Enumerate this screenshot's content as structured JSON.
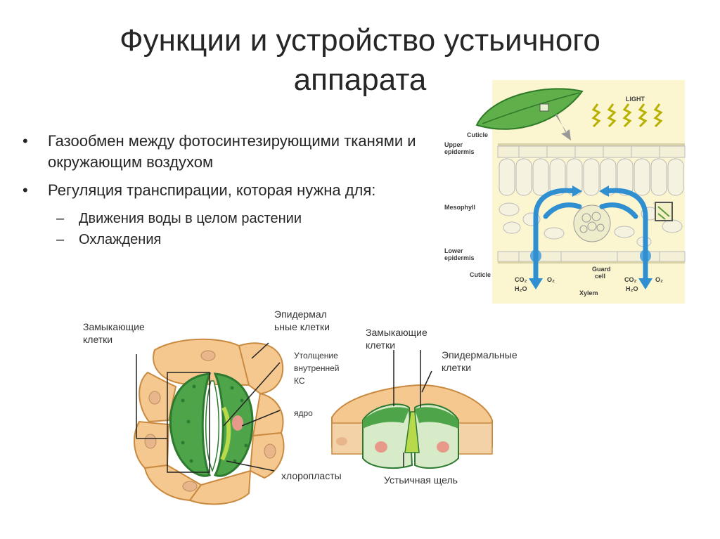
{
  "slide": {
    "title_line1": "Функции и устройство устьичного",
    "title_line2": "аппарата",
    "bullets": [
      "Газообмен между фотосинтезирующими тканями и окружающим воздухом",
      "Регуляция транспирации, которая нужна для:"
    ],
    "sub_bullets": [
      "Движения воды в целом растении",
      "Охлаждения"
    ]
  },
  "leaf_diagram": {
    "light": "LIGHT",
    "cuticle_top": "Cuticle",
    "upper_epidermis_l1": "Upper",
    "upper_epidermis_l2": "epidermis",
    "mesophyll": "Mesophyll",
    "lower_epidermis_l1": "Lower",
    "lower_epidermis_l2": "epidermis",
    "cuticle_bottom": "Cuticle",
    "guard_cell_l1": "Guard",
    "guard_cell_l2": "cell",
    "xylem": "Xylem",
    "co2": "CO₂",
    "h2o": "H₂O",
    "o2": "O₂"
  },
  "stoma_diagram": {
    "guard_cells_l1": "Замыкающие",
    "guard_cells_l2": "клетки",
    "epidermal_l1": "Эпидермал",
    "epidermal_l2": "ьные клетки",
    "thickening_l1": "Утолщение",
    "thickening_l2": "внутренней",
    "thickening_l3": "КС",
    "nucleus": "ядро",
    "chloroplasts": "хлоропласты",
    "guard_cells2_l1": "Замыкающие",
    "guard_cells2_l2": "клетки",
    "epidermal2_l1": "Эпидермальные",
    "epidermal2_l2": "клетки",
    "stomatal_pore": "Устьичная щель"
  },
  "colors": {
    "cell_fill": "#f5c890",
    "cell_stroke": "#c98a40",
    "guard_green": "#4ea448",
    "guard_dark": "#2e7a30",
    "panel_bg": "#fbf6cf",
    "arrow_blue": "#2f8fd0"
  }
}
